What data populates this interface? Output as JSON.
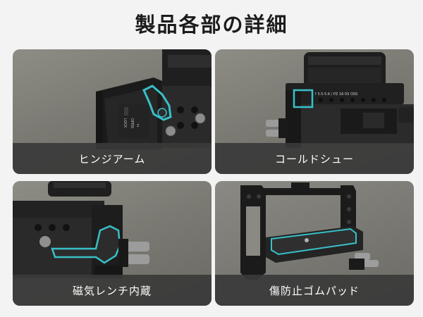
{
  "page": {
    "title": "製品各部の詳細"
  },
  "features": [
    {
      "label": "ヒンジアーム",
      "photo_text": [
        "OPEN",
        "LOCK",
        "Z"
      ]
    },
    {
      "label": "コールドシュー",
      "photo_text": [
        "f 3.5-5.6 / PZ 16-50 OSS"
      ]
    },
    {
      "label": "磁気レンチ内蔵"
    },
    {
      "label": "傷防止ゴムパッド"
    }
  ],
  "colors": {
    "accent": "#39c0c8",
    "label_bg": "#3a3a3a",
    "background": "#f3f3f3",
    "card_bg": "#7b7a73"
  }
}
